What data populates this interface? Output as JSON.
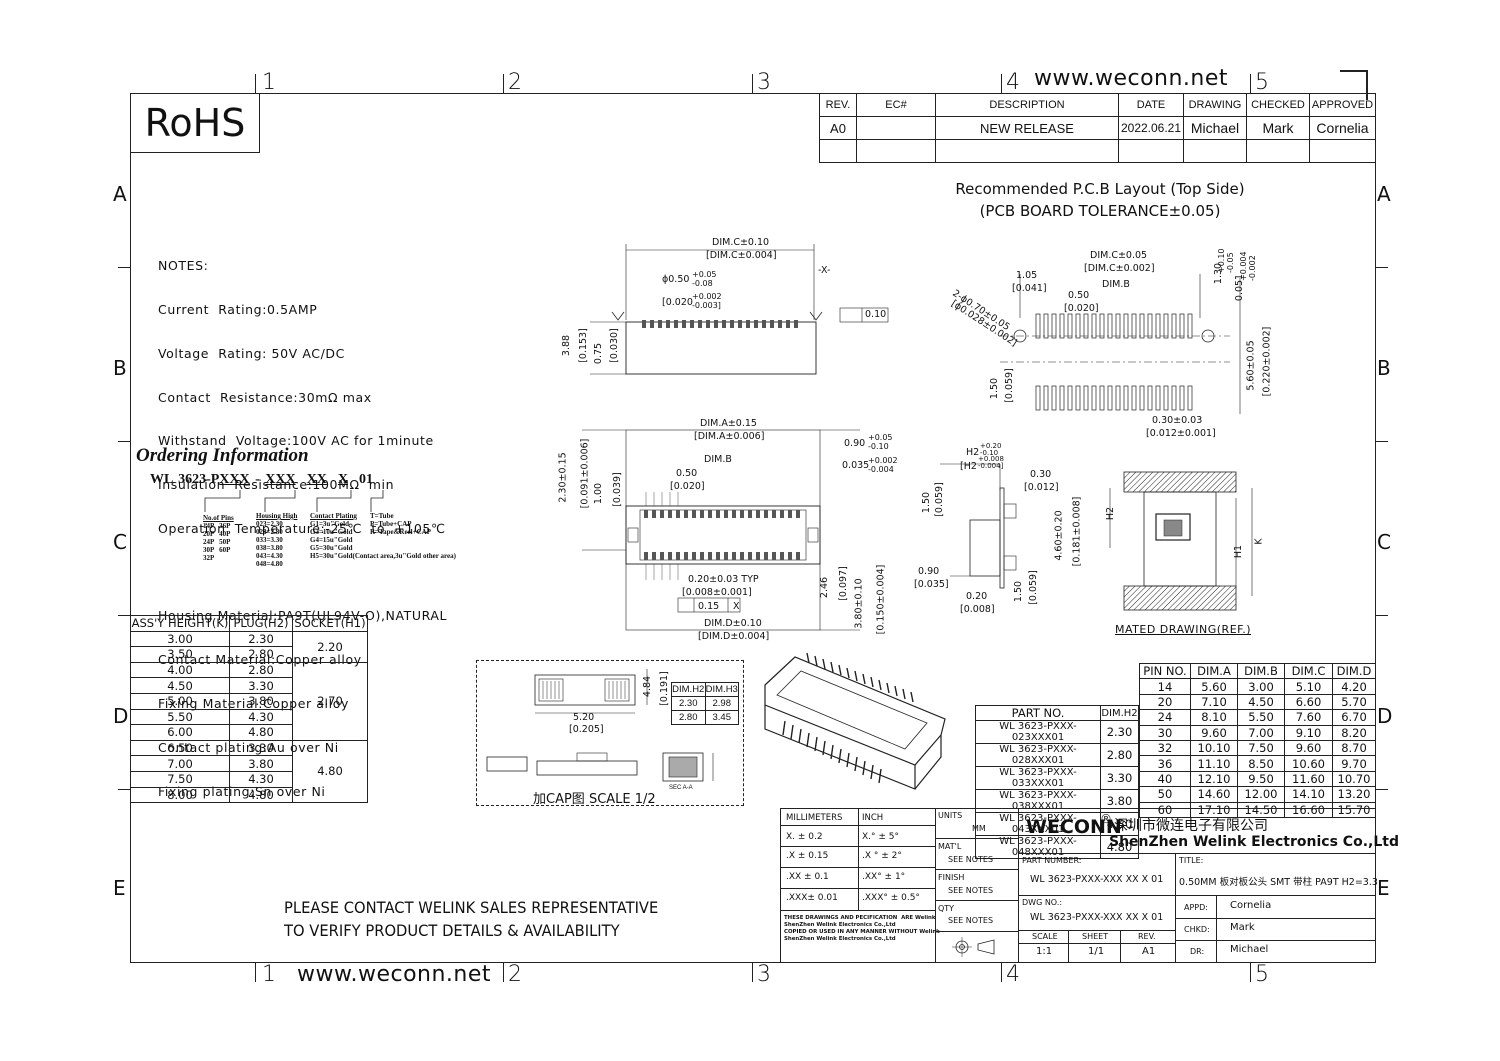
{
  "header": {
    "url_top": "www.weconn.net",
    "url_bottom": "www.weconn.net",
    "rohs": "RoHS",
    "col_numbers": [
      "1",
      "2",
      "3",
      "4",
      "5"
    ],
    "row_letters": [
      "A",
      "B",
      "C",
      "D",
      "E"
    ]
  },
  "revision": {
    "headers": [
      "REV.",
      "EC#",
      "DESCRIPTION",
      "DATE",
      "DRAWING",
      "CHECKED",
      "APPROVED"
    ],
    "row": [
      "A0",
      "",
      "NEW RELEASE",
      "2022.06.21",
      "Michael",
      "Mark",
      "Cornelia"
    ]
  },
  "notes": {
    "lines": [
      "NOTES:",
      "Current  Rating:0.5AMP",
      "Voltage  Rating: 50V AC/DC",
      "Contact  Resistance:30mΩ max",
      "Withstand  Voltage:100V AC for 1minute",
      "Insulation  Resistance:100MΩ  min",
      "Operation  Temperature:-25℃  to  +105℃",
      "",
      "Housing Material:PA9T(UL94V-O),NATURAL",
      "Contact Material:Copper alloy",
      "Fixing Material:Copper alloy",
      "Contact plating:Au over Ni",
      "Fixing plating:Sn over Ni"
    ]
  },
  "ordering": {
    "title": "Ordering Information",
    "code_prefix": "WL 3623-P",
    "code_p1": "XXX",
    "code_sep": "-",
    "code_p2": "XXX",
    "code_p3": "XX",
    "code_p4": "X",
    "code_suffix": "01",
    "pins_title": "No.of Pins",
    "pins": "14P   36P\n20P   40P\n24P   50P\n30P   60P\n32P",
    "housing_title": "Housing High",
    "housing": "023=2.30\n028=2.80\n033=3.30\n038=3.80\n043=4.30\n048=4.80",
    "plating_title": "Contact Plating",
    "plating": "G1=3u\"Gold\nG3=10u\"Gold\nG4=15u\"Gold\nG5=30u\"Gold\nH5=30u\"Gold(Contact area,3u\"Gold other area)",
    "pack": "T=Tube\nP=Tube+CAP\nR=Tape&Reel+CAP"
  },
  "height_table": {
    "headers": [
      "ASS'Y HEIGHT(K)",
      "PLUG(H2)",
      "SOCKET(H1)"
    ],
    "rows": [
      [
        "3.00",
        "2.30"
      ],
      [
        "3.50",
        "2.80"
      ],
      [
        "4.00",
        "2.80"
      ],
      [
        "4.50",
        "3.30"
      ],
      [
        "5.00",
        "3.80"
      ],
      [
        "5.50",
        "4.30"
      ],
      [
        "6.00",
        "4.80"
      ],
      [
        "6.50",
        "3.30"
      ],
      [
        "7.00",
        "3.80"
      ],
      [
        "7.50",
        "4.30"
      ],
      [
        "8.00",
        "4.80"
      ]
    ],
    "socket": [
      "2.20",
      "2.70",
      "4.80"
    ]
  },
  "pin_table": {
    "headers": [
      "PIN NO.",
      "DIM.A",
      "DIM.B",
      "DIM.C",
      "DIM.D"
    ],
    "rows": [
      [
        "14",
        "5.60",
        "3.00",
        "5.10",
        "4.20"
      ],
      [
        "20",
        "7.10",
        "4.50",
        "6.60",
        "5.70"
      ],
      [
        "24",
        "8.10",
        "5.50",
        "7.60",
        "6.70"
      ],
      [
        "30",
        "9.60",
        "7.00",
        "9.10",
        "8.20"
      ],
      [
        "32",
        "10.10",
        "7.50",
        "9.60",
        "8.70"
      ],
      [
        "36",
        "11.10",
        "8.50",
        "10.60",
        "9.70"
      ],
      [
        "40",
        "12.10",
        "9.50",
        "11.60",
        "10.70"
      ],
      [
        "50",
        "14.60",
        "12.00",
        "14.10",
        "13.20"
      ],
      [
        "60",
        "17.10",
        "14.50",
        "16.60",
        "15.70"
      ]
    ]
  },
  "part_table": {
    "headers": [
      "PART NO.",
      "DIM.H2"
    ],
    "rows": [
      [
        "WL 3623-PXXX-023XXX01",
        "2.30"
      ],
      [
        "WL 3623-PXXX-028XXX01",
        "2.80"
      ],
      [
        "WL 3623-PXXX-033XXX01",
        "3.30"
      ],
      [
        "WL 3623-PXXX-038XXX01",
        "3.80"
      ],
      [
        "WL 3623-PXXX-043XXX01",
        "4.30"
      ],
      [
        "WL 3623-PXXX-048XXX01",
        "4.80"
      ]
    ]
  },
  "cap_table": {
    "headers": [
      "DIM.H2",
      "DIM.H3"
    ],
    "rows": [
      [
        "2.30",
        "2.98"
      ],
      [
        "2.80",
        "3.45"
      ]
    ],
    "caption": "加CAP图 SCALE 1/2",
    "sec": "SEC A-A",
    "d1": "5.20",
    "d1b": "[0.205]",
    "d2": "4.84",
    "d2b": "[0.191]"
  },
  "pcb": {
    "title1": "Recommended P.C.B Layout (Top Side)",
    "title2": "(PCB BOARD TOLERANCE±0.05)",
    "mated": "MATED DRAWING(REF.)"
  },
  "dims": {
    "dimc": "DIM.C±0.10",
    "dimc_b": "[DIM.C±0.004]",
    "phi": "ϕ0.50",
    "phi_tol": "+0.05 -0.08",
    "phi_b": "[0.020",
    "phi_b_tol": "+0.002 -0.003]",
    "x": "-X-",
    "flat": "0.10",
    "h388": "3.88",
    "h388b": "[0.153]",
    "h075": "0.75",
    "h075b": "[0.030]",
    "dima": "DIM.A±0.15",
    "dima_b": "[DIM.A±0.006]",
    "dimb": "DIM.B",
    "p050": "0.50",
    "p050b": "[0.020]",
    "d090": "0.90",
    "d090_tol": "+0.05 -0.10",
    "d035": "0.035",
    "d035_tol": "+0.002 -0.004",
    "h230": "2.30±0.15",
    "h230b": "[0.091±0.006]",
    "h100": "1.00",
    "h100b": "[0.039]",
    "w020": "0.20±0.03 TYP",
    "w020b": "[0.008±0.001]",
    "pos": "0.15",
    "posx": "X",
    "dimd": "DIM.D±0.10",
    "dimd_b": "[DIM.D±0.004]",
    "h246": "2.46",
    "h246b": "[0.097]",
    "h380": "3.80±0.10",
    "h380b": "[0.150±0.004]",
    "pdimc": "DIM.C±0.05",
    "pdimc_b": "[DIM.C±0.002]",
    "pdimb": "DIM.B",
    "p105": "1.05",
    "p105b": "[0.041]",
    "pp050": "0.50",
    "pp050b": "[0.020]",
    "pphi": "2-ϕ0.70±0.05",
    "pphib": "[ϕ0.028±0.002]",
    "p130": "1.30",
    "p130_tol": "+0.10 -0.05",
    "p051": "0.051",
    "p051_tol": "+0.004 -0.002",
    "p560": "5.60±0.05",
    "p560b": "[0.220±0.002]",
    "p150": "1.50",
    "p150b": "[0.059]",
    "p030": "0.30±0.03",
    "p030b": "[0.012±0.001]",
    "sh2": "H2",
    "sh2tol": "+0.20 -0.10",
    "sh2b": "[H2",
    "sh2btol": "+0.008 -0.004]",
    "s030": "0.30",
    "s030b": "[0.012]",
    "s150": "1.50",
    "s150b": "[0.059]",
    "s460": "4.60±0.20",
    "s460b": "[0.181±0.008]",
    "s090": "0.90",
    "s090b": "[0.035]",
    "s020": "0.20",
    "s020b": "[0.008]",
    "s150c": "1.50",
    "s150cb": "[0.059]",
    "mh2": "H2",
    "mh1": "H1",
    "mk": "K"
  },
  "contact_text": {
    "line1": "PLEASE CONTACT WELINK SALES REPRESENTATIVE",
    "line2": "TO VERIFY PRODUCT DETAILS & AVAILABILITY"
  },
  "title_block": {
    "tol_headers": [
      "MILLIMETERS",
      "INCH"
    ],
    "tol_rows": [
      [
        "X.  ±  0.2",
        "X.°  ±  5°"
      ],
      [
        ".X  ± 0.15",
        ".X °  ± 2°"
      ],
      [
        ".XX  ± 0.1",
        ".XX°  ± 1°"
      ],
      [
        ".XXX±  0.01",
        ".XXX° ± 0.5°"
      ]
    ],
    "disclaimer": "THESE DRAWINGS AND PECIFICATION  ARE Welink\nShenZhen Welink Electronics Co.,Ltd\nCOPIED OR USED IN ANY MANNER WITHOUT Welink\nShenZhen Welink Electronics Co.,Ltd",
    "units_label": "UNITS",
    "units_val": "MM",
    "matl_label": "MAT'L",
    "matl_val": "SEE NOTES",
    "finish_label": "FINISH",
    "finish_val": "SEE NOTES",
    "qty_label": "QTY",
    "qty_val": "SEE NOTES",
    "logo": "WECONN",
    "company_cn": "深圳市微连电子有限公司",
    "company_en": "ShenZhen Welink Electronics Co.,Ltd",
    "part_label": "PART NUMBER:",
    "part_val": "WL 3623-PXXX-XXX XX X 01",
    "title_label": "TITLE:",
    "title_val": "0.50MM 板对板公头 SMT 带柱 PA9T H2=3.3",
    "dwg_label": "DWG NO.:",
    "dwg_val": "WL 3623-PXXX-XXX XX X 01",
    "scale_label": "SCALE",
    "scale_val": "1:1",
    "sheet_label": "SHEET",
    "sheet_val": "1/1",
    "rev_label": "REV.",
    "rev_val": "A1",
    "appd_label": "APPD:",
    "appd_val": "Cornelia",
    "chkd_label": "CHKD:",
    "chkd_val": "Mark",
    "dr_label": "DR:",
    "dr_val": "Michael"
  }
}
